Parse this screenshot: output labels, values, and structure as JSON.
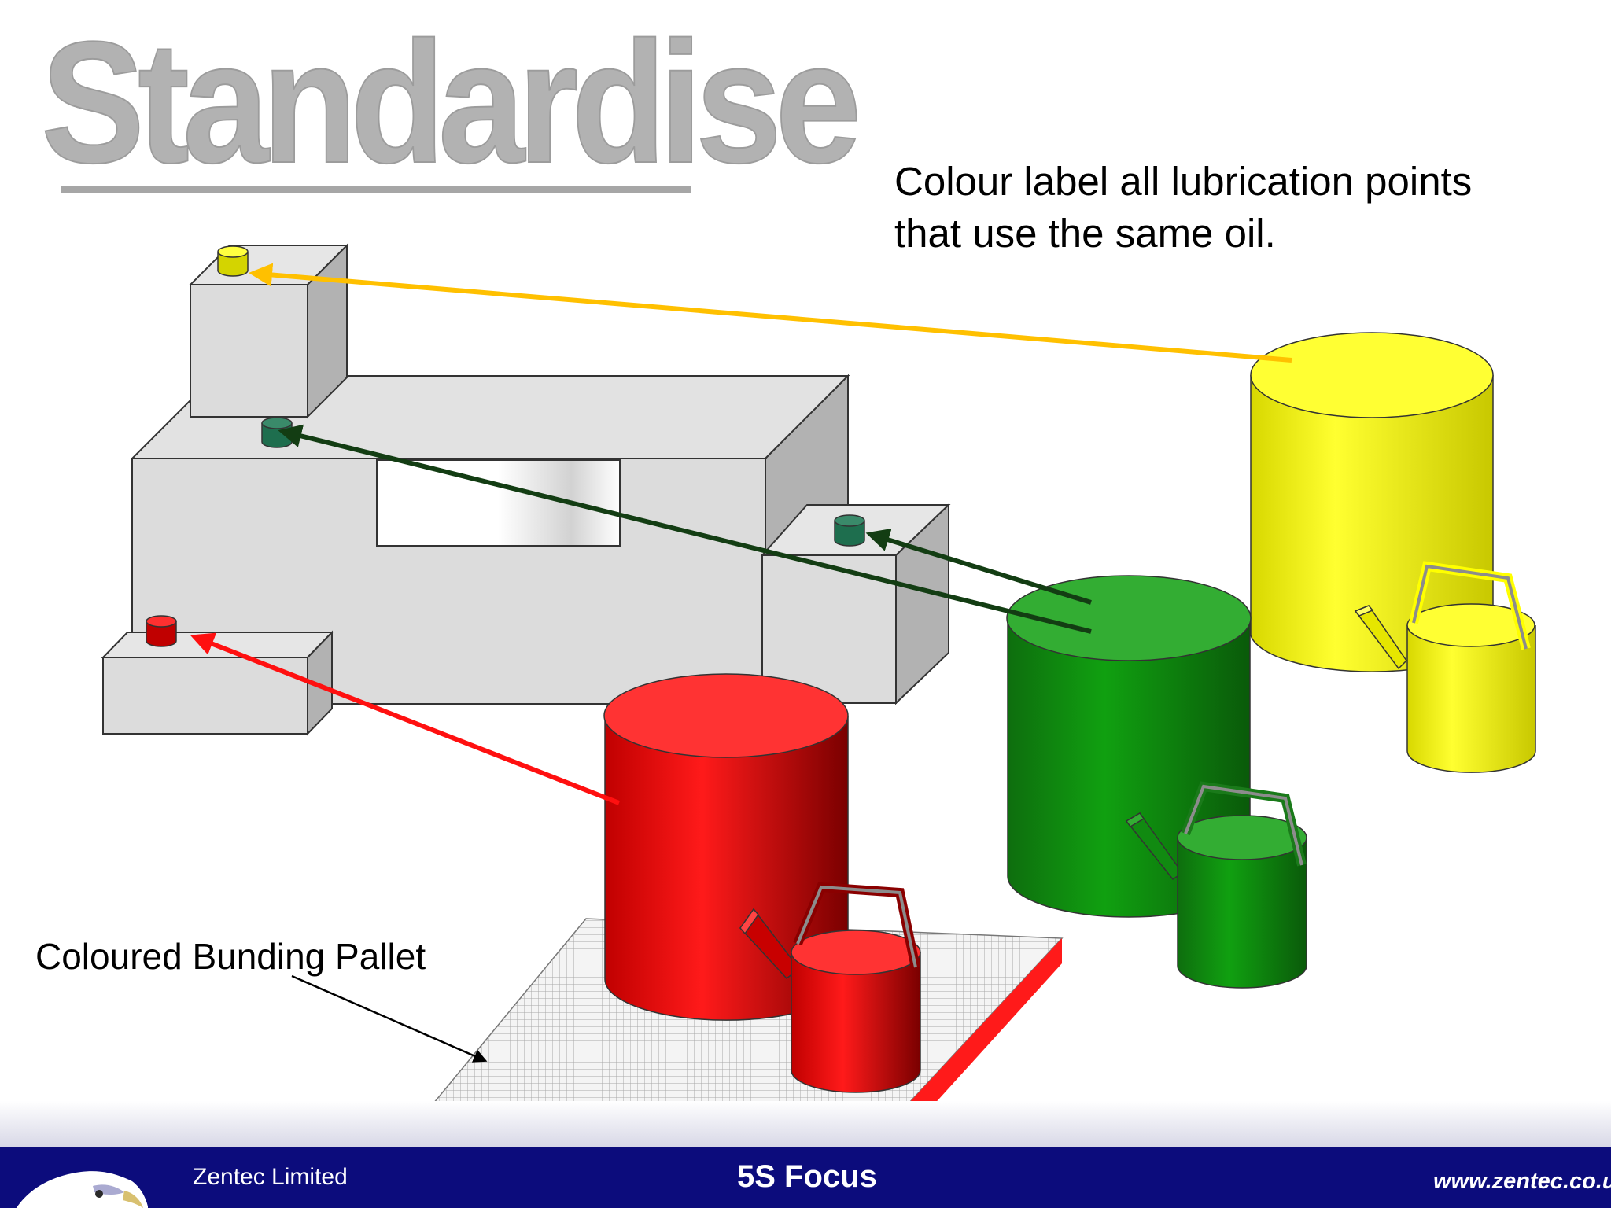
{
  "slide": {
    "title": "Standardise",
    "callout": "Colour label all lubrication points that use the same oil.",
    "pallet_label": "Coloured Bunding Pallet"
  },
  "footer": {
    "company": "Zentec Limited",
    "title": "5S Focus",
    "website": "www.zentec.co.uk"
  },
  "colors": {
    "yellow": "#ffff22",
    "green": "#1c9a1c",
    "red": "#e01010",
    "marker_green": "#2a7a5a",
    "arrow_yellow": "#ffc000",
    "arrow_green": "#133d13",
    "arrow_red": "#ff1010",
    "machine_grey": "#dcdcdc",
    "footer_blue": "#0c0c7c",
    "title_grey": "#b2b2b2"
  },
  "icons": [
    "eagle-logo-icon"
  ]
}
